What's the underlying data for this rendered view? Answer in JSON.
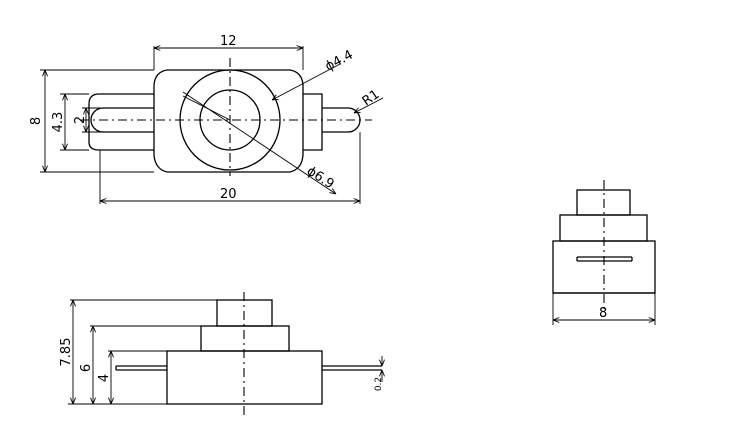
{
  "dimensions": {
    "top_width": "12",
    "hole_diameter": "ɸ4.4",
    "ring_diameter": "ɸ6.9",
    "tab_radius": "R1",
    "overall_width": "20",
    "overall_height": "8",
    "tab_height": "4.3",
    "slot_height": "2",
    "side_total_height": "7.85",
    "side_mid_height": "6",
    "side_base_height": "4",
    "pin_thickness": "0.2",
    "end_width": "8"
  }
}
